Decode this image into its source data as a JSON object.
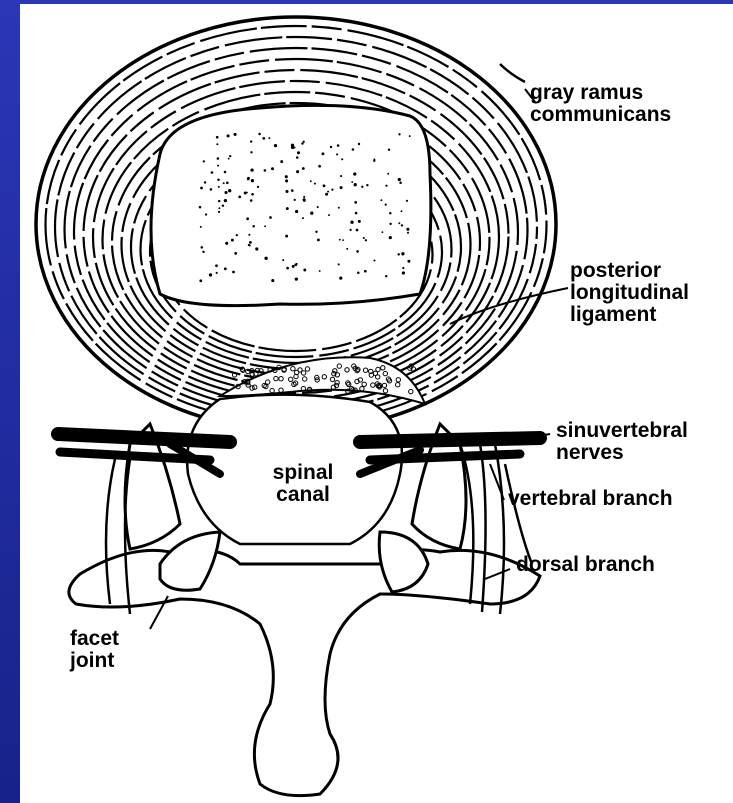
{
  "labels": {
    "gray_ramus": "gray ramus\ncommunicans",
    "posterior_ligament": "posterior\nlongitudinal\nligament",
    "sinuvertebral": "sinuvertebral\nnerves",
    "spinal_canal": "spinal\ncanal",
    "vertebral_branch": "vertebral branch",
    "dorsal_branch": "dorsal branch",
    "facet_joint": "facet\njoint"
  },
  "colors": {
    "background": "#2430a8",
    "panel": "#ffffff",
    "ink": "#000000"
  }
}
